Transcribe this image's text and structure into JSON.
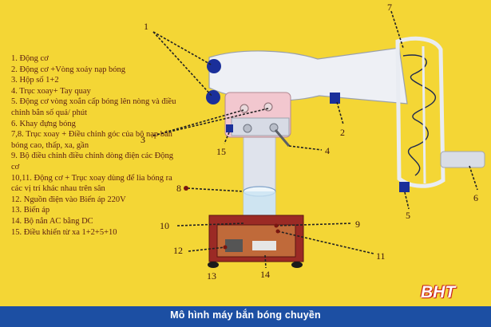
{
  "legend": [
    "1. Động cơ",
    "2. Động cơ +Vòng xoáy nạp bóng",
    "3. Hộp số 1+2",
    "4. Trục xoay+ Tay quay",
    "5. Động cơ vòng xoắn cấp bóng lên nòng và điều chỉnh bắn số quả/ phút",
    "6. Khay đựng bóng",
    "7,8. Trục xoay + Điều chỉnh góc của bộ nạp bắn bóng cao, thấp, xa, gần",
    "9. Bộ điều chỉnh điều chỉnh dòng điện các Động cơ",
    "10,11. Động cơ + Trục xoay dùng để lia bóng ra các vị trí khác nhau trên sân",
    "12. Nguồn điện vào Biến áp 220V",
    "13. Biến áp",
    "14. Bộ nắn AC bằng DC",
    "15. Điều khiển từ xa 1+2+5+10"
  ],
  "callouts": {
    "n1": "1",
    "n2": "2",
    "n3": "3",
    "n4": "4",
    "n5": "5",
    "n6": "6",
    "n7": "7",
    "n8": "8",
    "n9": "9",
    "n10": "10",
    "n11": "11",
    "n12": "12",
    "n13": "13",
    "n14": "14",
    "n15": "15"
  },
  "caption": "Mô hình máy bắn bóng chuyền",
  "logo": "BHT",
  "colors": {
    "background": "#f4d635",
    "caption_bar": "#1c4fa3",
    "legend_text": "#5a1c12",
    "motor_blue": "#1a2f9a",
    "machine_body": "#e9ecf2",
    "base_red": "#9b2a25"
  }
}
